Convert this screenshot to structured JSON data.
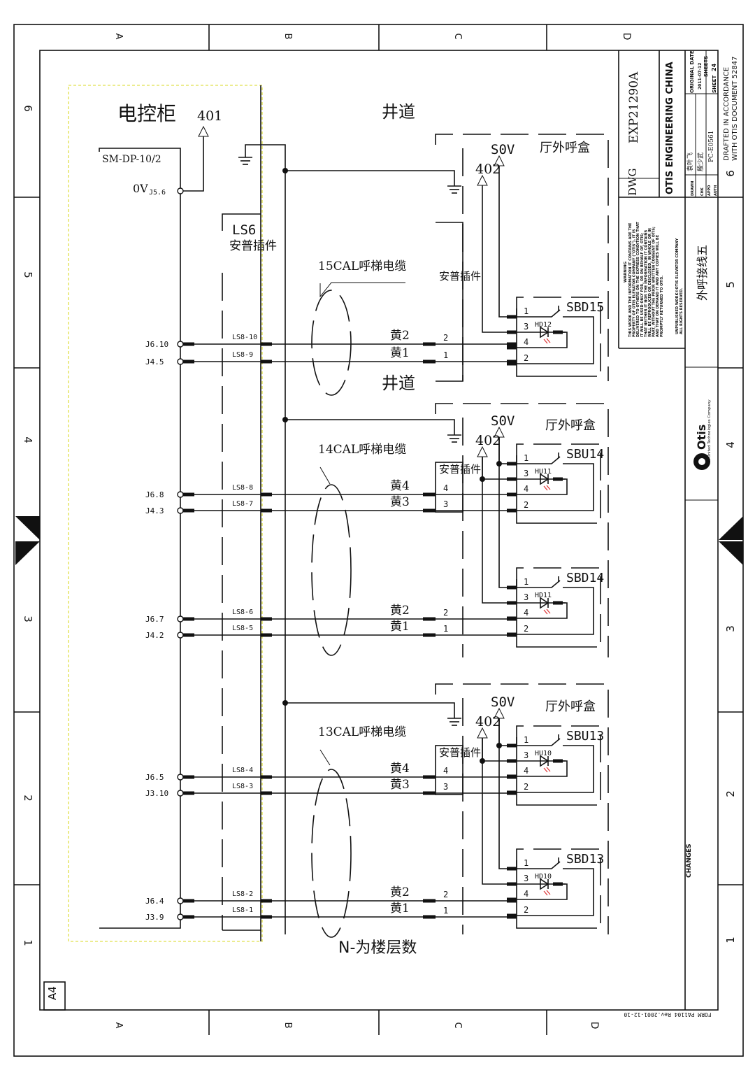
{
  "frame": {
    "col_labels": [
      "A",
      "B",
      "C",
      "D"
    ],
    "row_labels": [
      "6",
      "5",
      "4",
      "3",
      "2",
      "1"
    ],
    "sheet_size": "A4",
    "form_note": "FORM PA1104 Rev.2001-12-10"
  },
  "cabinet": {
    "title": "电控柜",
    "ref_401": "401",
    "board": "SM-DP-10/2",
    "ov_label": "0V",
    "ov_pin": "J5.6"
  },
  "connector": {
    "name": "LS6",
    "subtitle": "安普插件"
  },
  "hoistway_label": "井道",
  "footnote": "N-为楼层数",
  "sections": [
    {
      "cable": "15CAL呼梯电缆",
      "hall_box": "厅外呼盒",
      "sov": "S0V",
      "ref_402": "402",
      "amp": "安普插件",
      "pins": [
        "J6.10",
        "J4.5"
      ],
      "ls": [
        "LS8-10",
        "LS8-9"
      ],
      "wires": [
        "黄2",
        "黄1"
      ],
      "wire_nums": [
        "2",
        "1"
      ],
      "buttons": [
        {
          "name": "SBD15",
          "led": "HD12",
          "terms": [
            "1",
            "3",
            "4",
            "2"
          ]
        }
      ]
    },
    {
      "cable": "14CAL呼梯电缆",
      "hall_box": "厅外呼盒",
      "sov": "S0V",
      "ref_402": "402",
      "amp": "安普插件",
      "pins": [
        "J6.8",
        "J4.3",
        "J6.7",
        "J4.2"
      ],
      "ls": [
        "LS8-8",
        "LS8-7",
        "LS8-6",
        "LS8-5"
      ],
      "wires": [
        "黄4",
        "黄3",
        "黄2",
        "黄1"
      ],
      "wire_nums": [
        "4",
        "3",
        "2",
        "1"
      ],
      "buttons": [
        {
          "name": "SBU14",
          "led": "HU11",
          "terms": [
            "1",
            "3",
            "4",
            "2"
          ]
        },
        {
          "name": "SBD14",
          "led": "HD11",
          "terms": [
            "1",
            "3",
            "4",
            "2"
          ]
        }
      ]
    },
    {
      "cable": "13CAL呼梯电缆",
      "hall_box": "厅外呼盒",
      "sov": "S0V",
      "ref_402": "402",
      "amp": "安普插件",
      "pins": [
        "J6.5",
        "J3.10",
        "J6.4",
        "J3.9"
      ],
      "ls": [
        "LS8-4",
        "LS8-3",
        "LS8-2",
        "LS8-1"
      ],
      "wires": [
        "黄4",
        "黄3",
        "黄2",
        "黄1"
      ],
      "wire_nums": [
        "4",
        "3",
        "2",
        "1"
      ],
      "buttons": [
        {
          "name": "SBU13",
          "led": "HU10",
          "terms": [
            "1",
            "3",
            "4",
            "2"
          ]
        },
        {
          "name": "SBD13",
          "led": "HD10",
          "terms": [
            "1",
            "3",
            "4",
            "2"
          ]
        }
      ]
    }
  ],
  "title_block": {
    "dwg": "DWG",
    "dwg_no": "EXP21290A",
    "company": "OTIS ENGINEERING CHINA",
    "original_date_label": "ORIGINAL DATE",
    "original_date": "2011-07-12",
    "sheets_label": "SHEETS",
    "sheet_label": "SHEET",
    "sheet_no": "24",
    "drawn_label": "DRAWN",
    "drawn_by": "袁叶飞",
    "chk_label": "CHK",
    "chk_by": "殷少武",
    "appd_label": "APPD",
    "appd_val": "PC-E0561",
    "auth_label": "AUTH",
    "note_line1": "DRAFTED IN ACCORDANCE",
    "note_line2": "WITH OTIS DOCUMENT 52847",
    "warning_title": "WARNING",
    "warning_lines": [
      "THIS WORK AND THE INFORMATION IT CONTAINS ARE THE",
      "PROPERTY OF OTIS ELEVATOR COMPANY (\"OTIS\"). IT IS",
      "DELIVERED TO OTHERS ON THE EXPRESS CONDITION THAT",
      "IT WILL BE USED ONLY FOR, OR ON BEHALF OF, OTIS;",
      "THAT NEITHER IT NOR THE INFORMATION IT CONTAINS",
      "WILL BE REPRODUCED OR DISCLOSED, IN WHOLE OR IN",
      "PART, WITHOUT THE PRIOR WRITTEN CONSENT OF OTIS;",
      "AND THAT ON DEMAND IT AND ANY COPIES WILL BE",
      "PROMPTLY RETURNED TO OTIS."
    ],
    "unpub_line1": "UNPUBLISHED WORK©OTIS ELEVATOR COMPANY",
    "unpub_line2": "ALL RIGHTS RESERVED.",
    "drawing_title": "外呼接线五",
    "logo": "Otis",
    "logo_sub": "A United Technologies Company",
    "changes": "CHANGES"
  }
}
